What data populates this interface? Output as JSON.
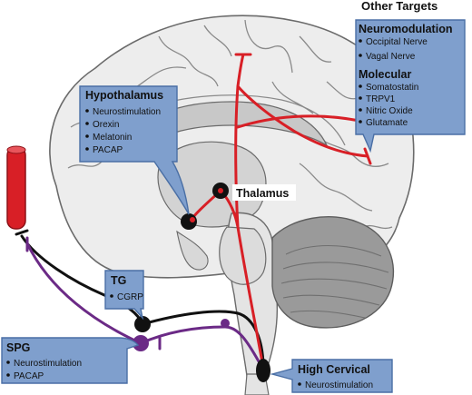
{
  "colors": {
    "box_fill": "#7f9fcd",
    "box_stroke": "#4a6fa5",
    "brain_fill": "#ededed",
    "brain_stroke": "#6b6b6b",
    "pathway_trigeminal": "#d81f26",
    "pathway_parasympathetic": "#6b2a86",
    "pathway_black": "#111111",
    "vessel": "#d81f26"
  },
  "header": {
    "title": "Other Targets"
  },
  "neuromodulation": {
    "title": "Neuromodulation",
    "items": [
      "Occipital Nerve",
      "Vagal Nerve"
    ]
  },
  "molecular": {
    "title": "Molecular",
    "items": [
      "Somatostatin",
      "TRPV1",
      "Nitric Oxide",
      "Glutamate"
    ]
  },
  "hypothalamus": {
    "title": "Hypothalamus",
    "items": [
      "Neurostimulation",
      "Orexin",
      "Melatonin",
      "PACAP"
    ]
  },
  "thalamus": {
    "label": "Thalamus"
  },
  "tg": {
    "title": "TG",
    "items": [
      "CGRP"
    ]
  },
  "spg": {
    "title": "SPG",
    "items": [
      "Neurostimulation",
      "PACAP"
    ]
  },
  "high_cervical": {
    "title": "High Cervical",
    "items": [
      "Neurostimulation"
    ]
  }
}
